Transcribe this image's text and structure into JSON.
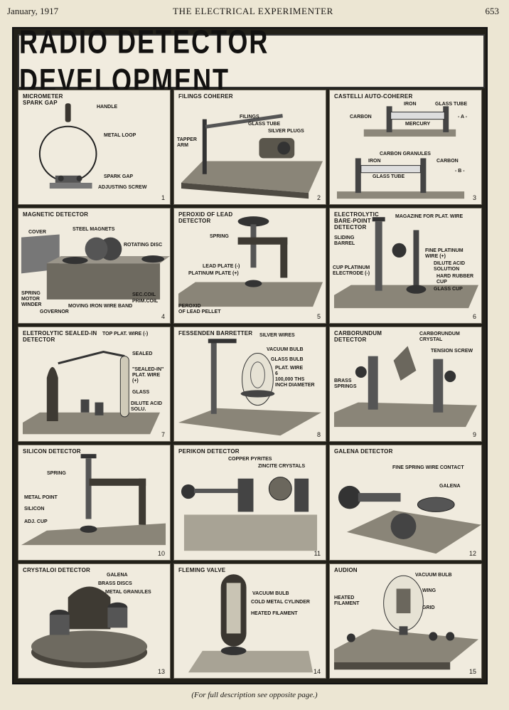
{
  "header": {
    "date": "January, 1917",
    "title": "THE ELECTRICAL EXPERIMENTER",
    "page": "653"
  },
  "plate_title": "RADIO DETECTOR DEVELOPMENT",
  "panels": [
    {
      "title": "MICROMETER\nSPARK GAP",
      "number": "1",
      "labels": [
        "HANDLE",
        "METAL LOOP",
        "SPARK GAP",
        "ADJUSTING SCREW"
      ]
    },
    {
      "title": "FILINGS COHERER",
      "number": "2",
      "labels": [
        "FILINGS",
        "GLASS TUBE",
        "SILVER PLUGS",
        "TAPPER\nARM"
      ]
    },
    {
      "title": "CASTELLI AUTO-COHERER",
      "number": "3",
      "labels": [
        "IRON",
        "GLASS TUBE",
        "CARBON",
        "MERCURY",
        "- A -",
        "CARBON GRANULES",
        "IRON",
        "CARBON",
        "GLASS TUBE",
        "- B -"
      ]
    },
    {
      "title": "MAGNETIC DETECTOR",
      "number": "4",
      "labels": [
        "COVER",
        "STEEL MAGNETS",
        "ROTATING DISC",
        "SPRING\nMOTOR\nWINDER",
        "GOVERNOR",
        "MOVING IRON WIRE BAND",
        "SEC.COIL",
        "PRIM.COIL"
      ]
    },
    {
      "title": "PEROXID OF LEAD\nDETECTOR",
      "number": "5",
      "labels": [
        "SPRING",
        "LEAD PLATE (-)",
        "PLATINUM PLATE (+)",
        "PEROXID\nOF LEAD PELLET"
      ]
    },
    {
      "title": "ELECTROLYTIC\nBARE-POINT\nDETECTOR",
      "number": "6",
      "labels": [
        "MAGAZINE FOR PLAT. WIRE",
        "SLIDING\nBARREL",
        "FINE PLATINUM\nWIRE (+)",
        "DILUTE ACID\nSOLUTION",
        "CUP PLATINUM\nELECTRODE (-)",
        "HARD RUBBER\nCUP",
        "GLASS CUP"
      ]
    },
    {
      "title": "ELETROLYTIC SEALED-IN\nDETECTOR",
      "number": "7",
      "labels": [
        "TOP PLAT. WIRE (-)",
        "SEALED",
        "\"SEALED-IN\"\nPLAT. WIRE\n(+)",
        "GLASS",
        "DILUTE ACID\nSOLU."
      ]
    },
    {
      "title": "FESSENDEN BARRETTER",
      "number": "8",
      "labels": [
        "SILVER WIRES",
        "VACUUM BULB",
        "GLASS BULB",
        "PLAT. WIRE\n6\n100,000 THS\nINCH DIAMETER"
      ]
    },
    {
      "title": "CARBORUNDUM\nDETECTOR",
      "number": "9",
      "labels": [
        "CARBORUNDUM\nCRYSTAL",
        "TENSION SCREW",
        "BRASS\nSPRINGS"
      ]
    },
    {
      "title": "SILICON DETECTOR",
      "number": "10",
      "labels": [
        "SPRING",
        "METAL POINT",
        "SILICON",
        "ADJ. CUP"
      ]
    },
    {
      "title": "PERIKON DETECTOR",
      "number": "11",
      "labels": [
        "COPPER PYRITES",
        "ZINCITE CRYSTALS"
      ]
    },
    {
      "title": "GALENA DETECTOR",
      "number": "12",
      "labels": [
        "FINE SPRING WIRE CONTACT",
        "GALENA"
      ]
    },
    {
      "title": "CRYSTALOI DETECTOR",
      "number": "13",
      "labels": [
        "GALENA",
        "BRASS DISCS",
        "METAL GRANULES"
      ]
    },
    {
      "title": "FLEMING VALVE",
      "number": "14",
      "labels": [
        "VACUUM BULB",
        "COLD METAL CYLINDER",
        "HEATED FILAMENT"
      ]
    },
    {
      "title": "AUDION",
      "number": "15",
      "labels": [
        "VACUUM BULB",
        "HEATED\nFILAMENT",
        "WING",
        "GRID"
      ]
    }
  ],
  "caption": "(For full description see opposite page.)"
}
